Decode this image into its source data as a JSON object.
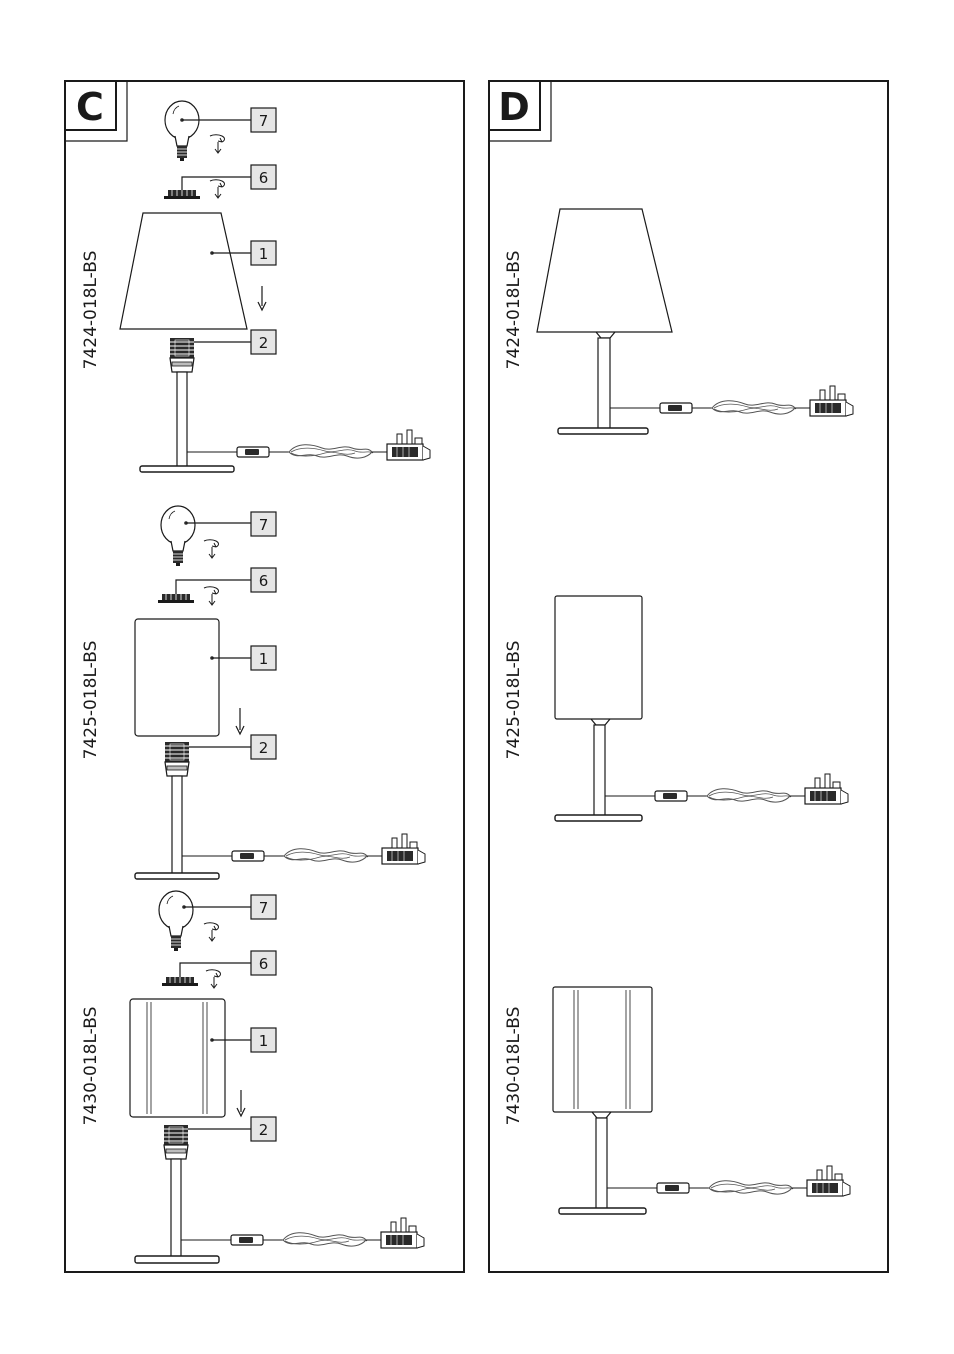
{
  "panels": [
    {
      "letter": "C",
      "lamps": [
        {
          "model": "7424-018L-BS",
          "callouts": [
            "7",
            "6",
            "1",
            "2"
          ]
        },
        {
          "model": "7425-018L-BS",
          "callouts": [
            "7",
            "6",
            "1",
            "2"
          ]
        },
        {
          "model": "7430-018L-BS",
          "callouts": [
            "7",
            "6",
            "1",
            "2"
          ]
        }
      ]
    },
    {
      "letter": "D",
      "lamps": [
        {
          "model": "7424-018L-BS"
        },
        {
          "model": "7425-018L-BS"
        },
        {
          "model": "7430-018L-BS"
        }
      ]
    }
  ]
}
